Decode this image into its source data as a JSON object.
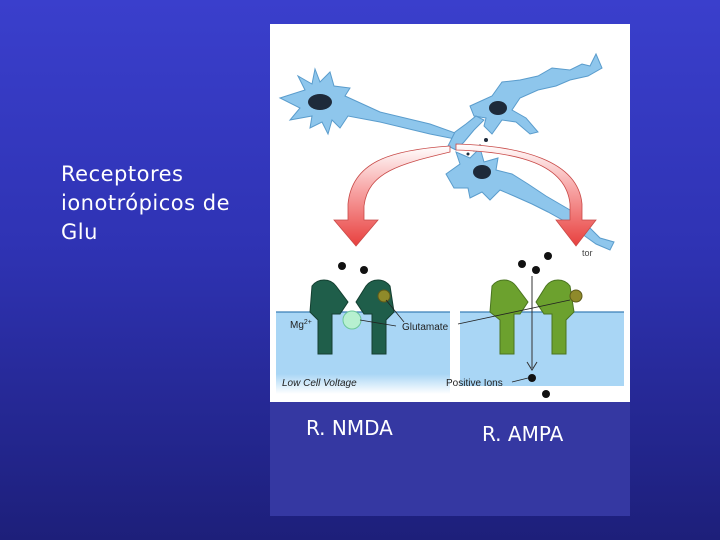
{
  "slide": {
    "title": "Receptores ionotrópicos de Glu"
  },
  "figure": {
    "labels": {
      "mg": "Mg",
      "mg_sup": "2+",
      "glutamate": "Glutamate",
      "low_voltage": "Low Cell Voltage",
      "positive_ions": "Positive Ions",
      "tor": "tor"
    }
  },
  "captions": {
    "nmda": "R. NMDA",
    "ampa": "R. AMPA"
  },
  "colors": {
    "background": "#2f33b4",
    "panel": "#3538a2",
    "neuron": "#8ec6ec",
    "nmda_receptor": "#1f5e4a",
    "ampa_receptor": "#6ca12e",
    "arrow": "#ef4e4e",
    "membrane": "#a9d6f5",
    "mg_ion": "#b7f0d0"
  }
}
